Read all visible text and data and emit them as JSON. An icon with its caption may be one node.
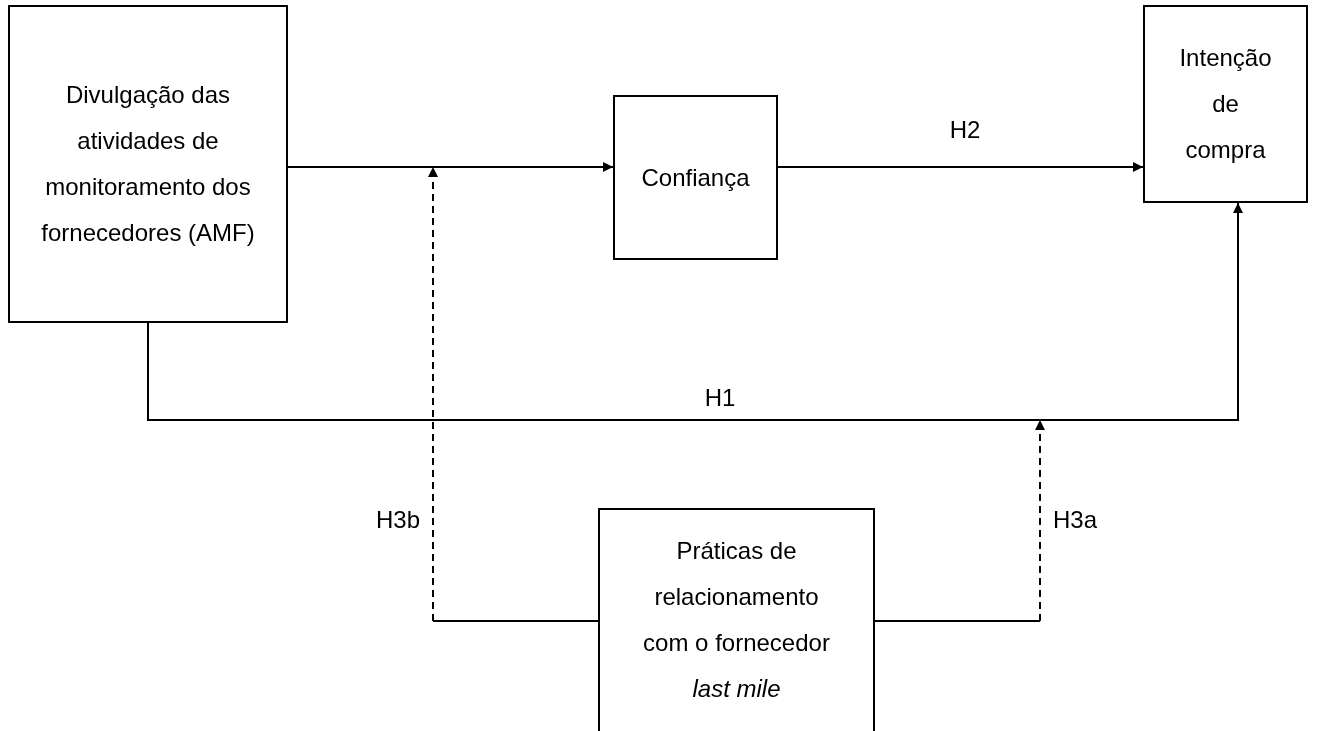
{
  "diagram": {
    "nodes": [
      {
        "text": [
          "Divulgação das atividades de monitoramento dos fornecedores (AMF)"
        ]
      },
      {
        "text": [
          "Confiança"
        ]
      },
      {
        "text": [
          "Intenção de compra"
        ]
      },
      {
        "text": [
          "Práticas de relacionamento com o fornecedor *last mile*"
        ]
      }
    ],
    "edges": [
      {
        "from": 0,
        "to": 1,
        "arrow": "to"
      },
      {
        "from": 1,
        "to": 2,
        "arrow": "to",
        "label": "H2"
      },
      {
        "from": 0,
        "to": 2,
        "arrow": "to",
        "label": "H1"
      },
      {
        "from": 3,
        "to": null,
        "arrow": "to",
        "style": "dashed",
        "label": "H3b"
      },
      {
        "from": 3,
        "to": null,
        "arrow": "to",
        "style": "dashed",
        "label": "H3a"
      }
    ]
  }
}
